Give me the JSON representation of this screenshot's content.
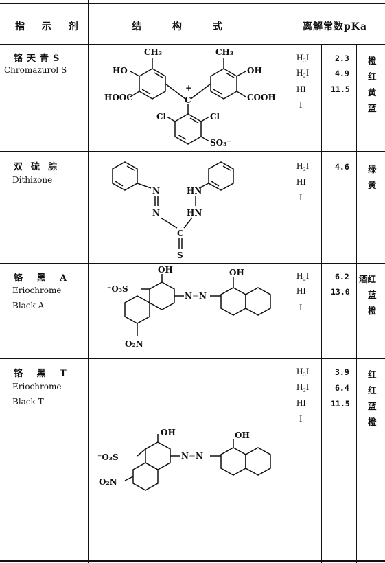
{
  "header": {
    "col1": "指 示 剂",
    "col2": "结  构  式",
    "col3": "离解常数pKa"
  },
  "rows": [
    {
      "name_cn": "铬天青S",
      "name_en": "Chromazurol S",
      "forms": [
        "H₃I",
        "H₂I",
        "HI",
        "I"
      ],
      "pka": [
        "2.3",
        "4.9",
        "11.5"
      ],
      "colors": [
        "橙",
        "红",
        "黄",
        "蓝"
      ],
      "labels": [
        "CH₃",
        "CH₃",
        "HO",
        "OH",
        "HOOC",
        "COOH",
        "+",
        "C",
        "Cl",
        "Cl",
        "SO₃⁻"
      ]
    },
    {
      "name_cn": "双硫腙",
      "name_en": "Dithizone",
      "forms": [
        "H₂I",
        "HI",
        "I"
      ],
      "pka": [
        "4.6"
      ],
      "colors": [
        "绿",
        "黄"
      ],
      "labels": [
        "N",
        "N",
        "HN",
        "HN",
        "C",
        "S"
      ]
    },
    {
      "name_cn": "铬 黑 A",
      "name_en_1": "Eriochrome",
      "name_en_2": "Black A",
      "forms": [
        "H₂I",
        "HI",
        "I"
      ],
      "pka": [
        "6.2",
        "13.0"
      ],
      "colors": [
        "酒红",
        "蓝",
        "橙"
      ],
      "labels": [
        "OH",
        "OH",
        "⁻O₃S",
        "N=N",
        "O₂N"
      ]
    },
    {
      "name_cn": "铬 黑 T",
      "name_en_1": "Eriochrome",
      "name_en_2": "Black T",
      "forms": [
        "H₃I",
        "H₂I",
        "HI",
        "I"
      ],
      "pka": [
        "3.9",
        "6.4",
        "11.5"
      ],
      "colors": [
        "红",
        "红",
        "蓝",
        "橙"
      ],
      "labels": [
        "OH",
        "OH",
        "⁻O₃S",
        "N=N",
        "O₂N"
      ]
    }
  ]
}
